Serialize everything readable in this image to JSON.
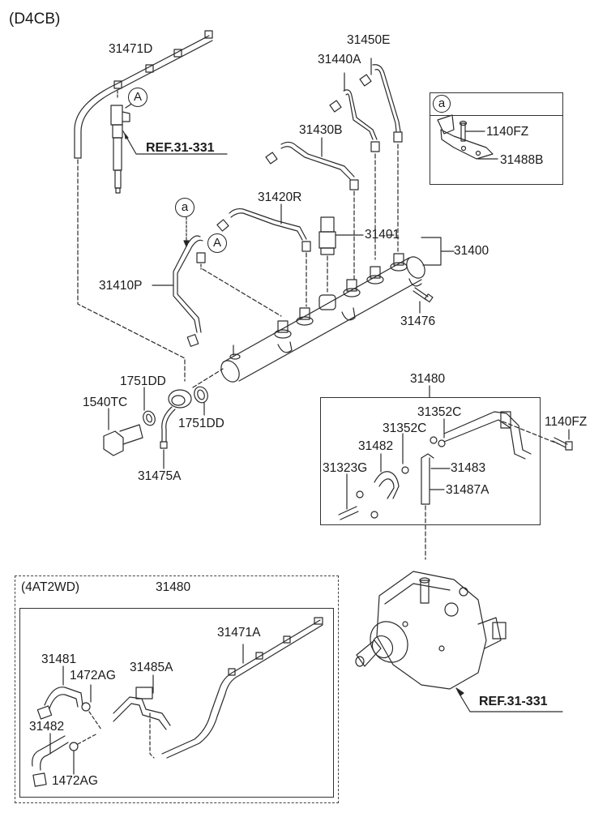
{
  "diagram": {
    "engine_code": "(D4CB)",
    "callouts": {
      "circle_A": "A",
      "circle_a": "a"
    },
    "references": {
      "injector_ref": "REF.31-331",
      "pump_ref": "REF.31-331"
    },
    "parts": {
      "p31471D": "31471D",
      "p31450E": "31450E",
      "p31440A": "31440A",
      "p31430B": "31430B",
      "p31420R": "31420R",
      "p31401": "31401",
      "p31400": "31400",
      "p31410P": "31410P",
      "p31476": "31476",
      "p1751DD_upper": "1751DD",
      "p1540TC": "1540TC",
      "p1751DD_lower": "1751DD",
      "p31475A": "31475A",
      "p31480_main": "31480",
      "p31352C_upper": "31352C",
      "p31352C_lower": "31352C",
      "p31482_main": "31482",
      "p31323G": "31323G",
      "p31483": "31483",
      "p31487A": "31487A",
      "p1140FZ_main": "1140FZ"
    },
    "detail_a": {
      "header": "a",
      "parts": {
        "p1140FZ": "1140FZ",
        "p31488B": "31488B"
      }
    },
    "variant_4at2wd": {
      "title": "(4AT2WD)",
      "assembly": "31480",
      "parts": {
        "p31471A": "31471A",
        "p31481": "31481",
        "p1472AG_upper": "1472AG",
        "p31485A": "31485A",
        "p31482": "31482",
        "p1472AG_lower": "1472AG"
      }
    }
  }
}
